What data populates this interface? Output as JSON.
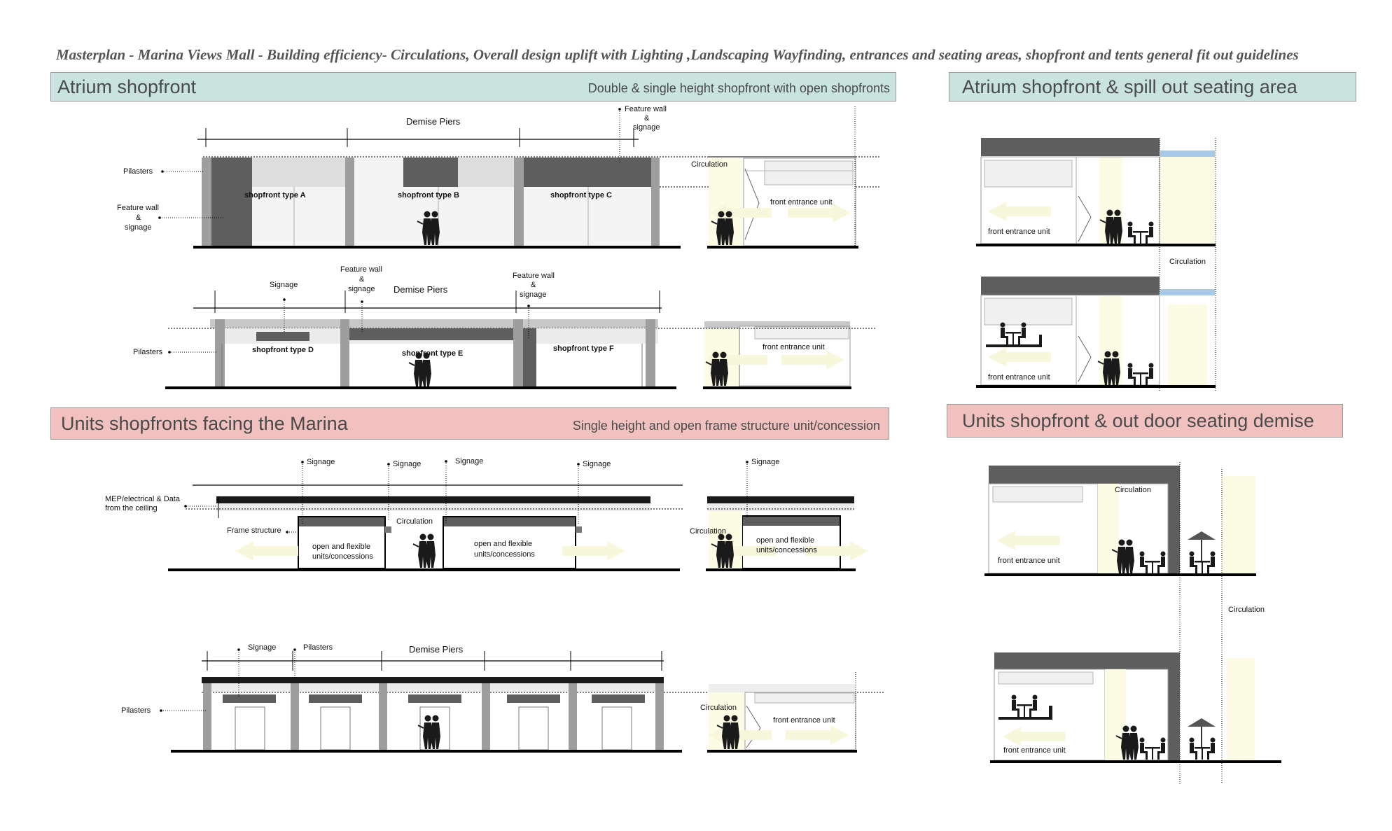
{
  "title": "Masterplan - Marina Views Mall - Building efficiency- Circulations, Overall design uplift with Lighting ,Landscaping Wayfinding, entrances and seating areas, shopfront and tents general fit out guidelines",
  "banners": {
    "atrium": {
      "title": "Atrium shopfront",
      "subtitle": "Double & single height shopfront with open shopfronts"
    },
    "atrium_spill": {
      "title": "Atrium shopfront & spill out seating area"
    },
    "marina": {
      "title": "Units shopfronts facing the Marina",
      "subtitle": "Single height and open frame structure unit/concession"
    },
    "outdoor": {
      "title": "Units shopfront & out door seating demise"
    }
  },
  "labels": {
    "demise_piers": "Demise Piers",
    "feature_wall": "Feature wall",
    "amp": "&",
    "signage": "signage",
    "signage_cap": "Signage",
    "pilasters": "Pilasters",
    "shopfront_a": "shopfront type A",
    "shopfront_b": "shopfront type B",
    "shopfront_c": "shopfront type C",
    "shopfront_d": "shopfront type D",
    "shopfront_e": "shopfront type E",
    "shopfront_f": "shopfront type F",
    "circulation": "Circulation",
    "front_entrance_unit": "front entrance unit",
    "mep_line1": "MEP/electrical & Data",
    "mep_line2": "from the ceiling",
    "frame_structure": "Frame structure",
    "open_flexible": "open and flexible",
    "units_concessions": "units/concessions"
  },
  "colors": {
    "teal_banner": "#c9e4de",
    "pink_banner": "#f1c1c0",
    "dark_grey": "#5e5e5e",
    "light_grey": "#e3e3e3",
    "light_yellow": "#fdfde6",
    "light_blue": "#a9c9e8"
  }
}
